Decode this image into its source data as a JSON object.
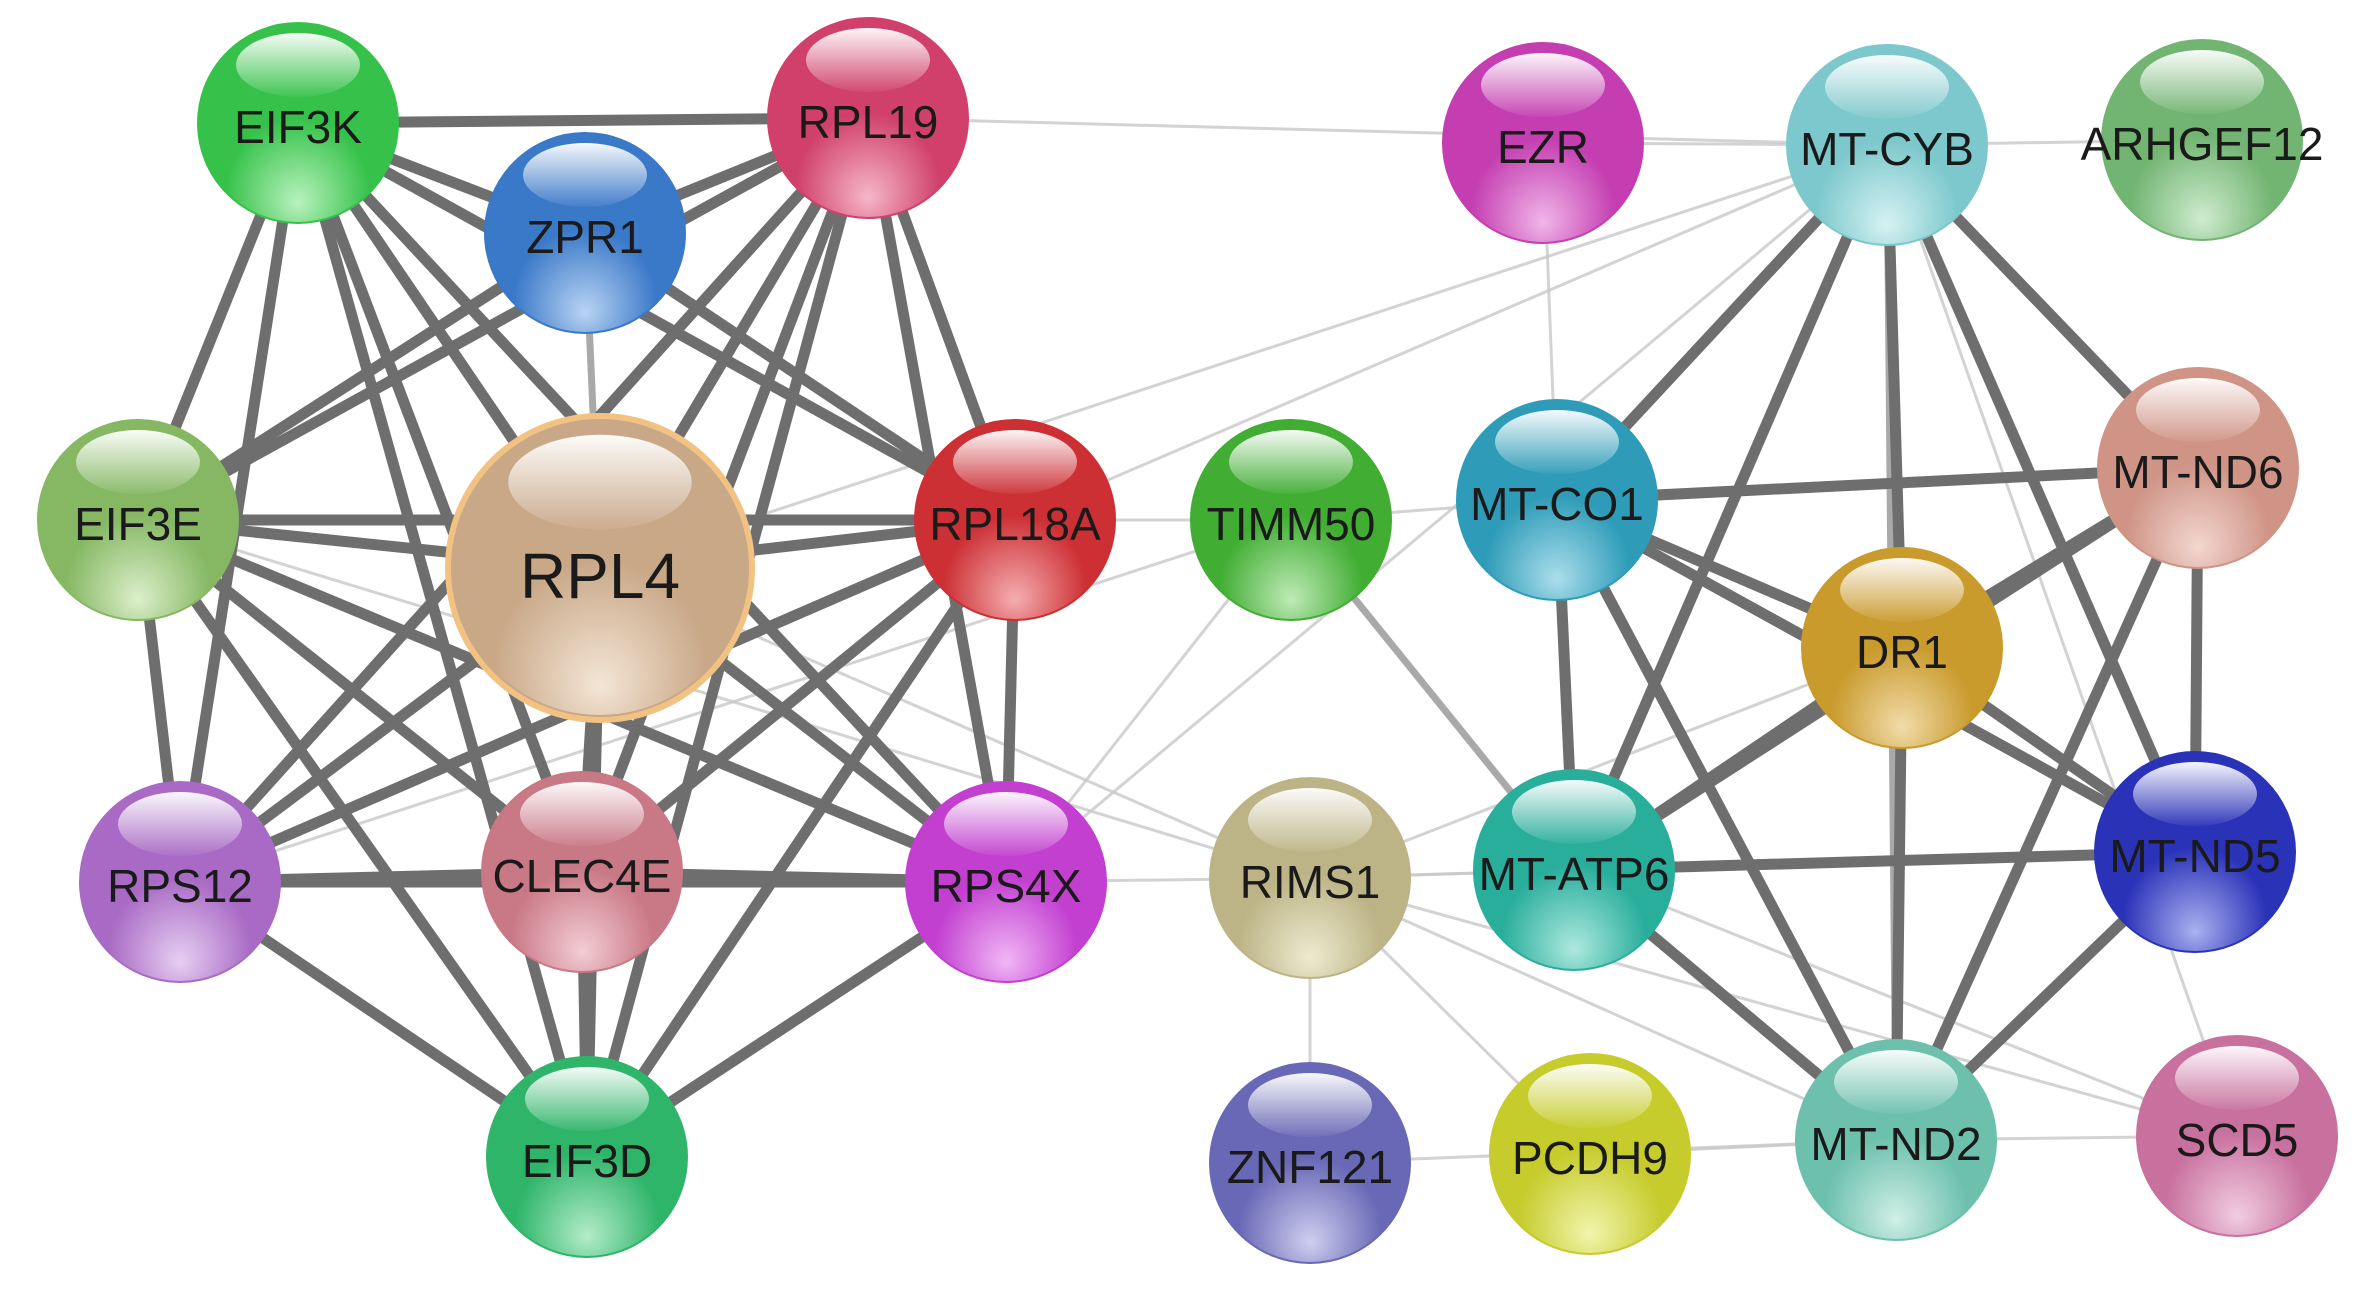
{
  "nodes": [
    {
      "id": "EIF3K",
      "label": "EIF3K",
      "color": "#36c24a",
      "light": "#b9f2be"
    },
    {
      "id": "RPL19",
      "label": "RPL19",
      "color": "#d0406a",
      "light": "#f6b7ca"
    },
    {
      "id": "ZPR1",
      "label": "ZPR1",
      "color": "#3a78c8",
      "light": "#b9d4f3"
    },
    {
      "id": "EIF3E",
      "label": "EIF3E",
      "color": "#86b864",
      "light": "#dcefcb"
    },
    {
      "id": "RPL4",
      "label": "RPL4",
      "color": "#c9a888",
      "light": "#f4e6d6",
      "hub": true
    },
    {
      "id": "RPL18A",
      "label": "RPL18A",
      "color": "#cc2f34",
      "light": "#f5aeb0"
    },
    {
      "id": "TIMM50",
      "label": "TIMM50",
      "color": "#41ad33",
      "light": "#bfeab7"
    },
    {
      "id": "RPS12",
      "label": "RPS12",
      "color": "#a86ac4",
      "light": "#e7cff2"
    },
    {
      "id": "CLEC4E",
      "label": "CLEC4E",
      "color": "#c97885",
      "light": "#f3cdd4"
    },
    {
      "id": "RPS4X",
      "label": "RPS4X",
      "color": "#c23fd0",
      "light": "#f1b7f6"
    },
    {
      "id": "EIF3D",
      "label": "EIF3D",
      "color": "#2fb56a",
      "light": "#b4ecca"
    },
    {
      "id": "RIMS1",
      "label": "RIMS1",
      "color": "#bcb486",
      "light": "#eeead0"
    },
    {
      "id": "ZNF121",
      "label": "ZNF121",
      "color": "#6868b6",
      "light": "#cfcfef"
    },
    {
      "id": "PCDH9",
      "label": "PCDH9",
      "color": "#c6cc2c",
      "light": "#f2f4ad"
    },
    {
      "id": "EZR",
      "label": "EZR",
      "color": "#c43eb1",
      "light": "#f1b6e8"
    },
    {
      "id": "MT-CYB",
      "label": "MT-CYB",
      "color": "#7cc8cc",
      "light": "#d6f2f3"
    },
    {
      "id": "ARHGEF12",
      "label": "ARHGEF12",
      "color": "#72b472",
      "light": "#cfeccf"
    },
    {
      "id": "MT-CO1",
      "label": "MT-CO1",
      "color": "#2e9cb8",
      "light": "#acdeec"
    },
    {
      "id": "MT-ND6",
      "label": "MT-ND6",
      "color": "#cf9486",
      "light": "#f3d7d0"
    },
    {
      "id": "DR1",
      "label": "DR1",
      "color": "#c99a2c",
      "light": "#f1dcaa"
    },
    {
      "id": "MT-ATP6",
      "label": "MT-ATP6",
      "color": "#2aae9c",
      "light": "#ade9df"
    },
    {
      "id": "MT-ND5",
      "label": "MT-ND5",
      "color": "#2a32b8",
      "light": "#aab1f0"
    },
    {
      "id": "MT-ND2",
      "label": "MT-ND2",
      "color": "#6cc0ac",
      "light": "#d0efe6"
    },
    {
      "id": "SCD5",
      "label": "SCD5",
      "color": "#c8709e",
      "light": "#f1cde0"
    }
  ],
  "edges": [
    [
      "EIF3K",
      "RPL19",
      "strong"
    ],
    [
      "EIF3K",
      "ZPR1",
      "strong"
    ],
    [
      "EIF3K",
      "EIF3E",
      "strong"
    ],
    [
      "EIF3K",
      "RPL4",
      "strong"
    ],
    [
      "EIF3K",
      "RPL18A",
      "strong"
    ],
    [
      "EIF3K",
      "RPS12",
      "strong"
    ],
    [
      "EIF3K",
      "CLEC4E",
      "strong"
    ],
    [
      "EIF3K",
      "RPS4X",
      "strong"
    ],
    [
      "EIF3K",
      "EIF3D",
      "strong"
    ],
    [
      "RPL19",
      "ZPR1",
      "strong"
    ],
    [
      "RPL19",
      "RPL4",
      "strong"
    ],
    [
      "RPL19",
      "RPL18A",
      "strong"
    ],
    [
      "RPL19",
      "EIF3E",
      "strong"
    ],
    [
      "RPL19",
      "RPS12",
      "strong"
    ],
    [
      "RPL19",
      "CLEC4E",
      "strong"
    ],
    [
      "RPL19",
      "RPS4X",
      "strong"
    ],
    [
      "RPL19",
      "EIF3D",
      "strong"
    ],
    [
      "RPL19",
      "MT-CYB",
      "faint"
    ],
    [
      "ZPR1",
      "EIF3E",
      "strong"
    ],
    [
      "ZPR1",
      "RPL4",
      "medium"
    ],
    [
      "ZPR1",
      "RPL18A",
      "strong"
    ],
    [
      "EIF3E",
      "RPL4",
      "strong"
    ],
    [
      "EIF3E",
      "RPL18A",
      "strong"
    ],
    [
      "EIF3E",
      "RPS12",
      "strong"
    ],
    [
      "EIF3E",
      "CLEC4E",
      "strong"
    ],
    [
      "EIF3E",
      "RPS4X",
      "strong"
    ],
    [
      "EIF3E",
      "EIF3D",
      "strong"
    ],
    [
      "EIF3E",
      "RIMS1",
      "faint"
    ],
    [
      "RPL4",
      "RPL18A",
      "strong"
    ],
    [
      "RPL4",
      "RPS12",
      "strong"
    ],
    [
      "RPL4",
      "CLEC4E",
      "strong"
    ],
    [
      "RPL4",
      "RPS4X",
      "strong"
    ],
    [
      "RPL4",
      "EIF3D",
      "strong"
    ],
    [
      "RPL4",
      "MT-CYB",
      "faint"
    ],
    [
      "RPL4",
      "RIMS1",
      "faint"
    ],
    [
      "RPL18A",
      "RPS12",
      "strong"
    ],
    [
      "RPL18A",
      "CLEC4E",
      "strong"
    ],
    [
      "RPL18A",
      "RPS4X",
      "strong"
    ],
    [
      "RPL18A",
      "EIF3D",
      "strong"
    ],
    [
      "RPL18A",
      "MT-CYB",
      "faint"
    ],
    [
      "RPL18A",
      "TIMM50",
      "faint"
    ],
    [
      "RPS12",
      "CLEC4E",
      "strong"
    ],
    [
      "RPS12",
      "RPS4X",
      "strong"
    ],
    [
      "RPS12",
      "EIF3D",
      "strong"
    ],
    [
      "RPS12",
      "TIMM50",
      "faint"
    ],
    [
      "CLEC4E",
      "RPS4X",
      "strong"
    ],
    [
      "CLEC4E",
      "EIF3D",
      "strong"
    ],
    [
      "RPS4X",
      "EIF3D",
      "strong"
    ],
    [
      "RPS4X",
      "RIMS1",
      "faint"
    ],
    [
      "RPS4X",
      "TIMM50",
      "faint"
    ],
    [
      "RPS4X",
      "MT-CYB",
      "faint"
    ],
    [
      "TIMM50",
      "MT-ATP6",
      "medium"
    ],
    [
      "TIMM50",
      "MT-CO1",
      "faint"
    ],
    [
      "RIMS1",
      "MT-ATP6",
      "faint"
    ],
    [
      "RIMS1",
      "ZNF121",
      "faint"
    ],
    [
      "RIMS1",
      "MT-ND2",
      "faint"
    ],
    [
      "RIMS1",
      "PCDH9",
      "faint"
    ],
    [
      "RIMS1",
      "DR1",
      "faint"
    ],
    [
      "RIMS1",
      "SCD5",
      "faint"
    ],
    [
      "RIMS1",
      "MT-ND5",
      "faint"
    ],
    [
      "EZR",
      "MT-CYB",
      "faint"
    ],
    [
      "EZR",
      "MT-CO1",
      "faint"
    ],
    [
      "MT-CYB",
      "ARHGEF12",
      "faint"
    ],
    [
      "MT-CYB",
      "MT-CO1",
      "strong"
    ],
    [
      "MT-CYB",
      "MT-ND6",
      "strong"
    ],
    [
      "MT-CYB",
      "DR1",
      "strong"
    ],
    [
      "MT-CYB",
      "MT-ATP6",
      "strong"
    ],
    [
      "MT-CYB",
      "MT-ND5",
      "strong"
    ],
    [
      "MT-CYB",
      "MT-ND2",
      "medium"
    ],
    [
      "MT-CYB",
      "SCD5",
      "faint"
    ],
    [
      "MT-CO1",
      "MT-ND6",
      "strong"
    ],
    [
      "MT-CO1",
      "DR1",
      "strong"
    ],
    [
      "MT-CO1",
      "MT-ATP6",
      "strong"
    ],
    [
      "MT-CO1",
      "MT-ND5",
      "strong"
    ],
    [
      "MT-CO1",
      "MT-ND2",
      "strong"
    ],
    [
      "MT-ND6",
      "DR1",
      "strong"
    ],
    [
      "MT-ND6",
      "MT-ATP6",
      "strong"
    ],
    [
      "MT-ND6",
      "MT-ND5",
      "strong"
    ],
    [
      "MT-ND6",
      "MT-ND2",
      "strong"
    ],
    [
      "DR1",
      "MT-ATP6",
      "strong"
    ],
    [
      "DR1",
      "MT-ND5",
      "strong"
    ],
    [
      "DR1",
      "MT-ND2",
      "strong"
    ],
    [
      "MT-ATP6",
      "MT-ND5",
      "strong"
    ],
    [
      "MT-ATP6",
      "MT-ND2",
      "strong"
    ],
    [
      "MT-ATP6",
      "SCD5",
      "faint"
    ],
    [
      "MT-ND5",
      "MT-ND2",
      "strong"
    ],
    [
      "MT-ND2",
      "PCDH9",
      "faint"
    ],
    [
      "MT-ND2",
      "SCD5",
      "faint"
    ],
    [
      "MT-ND2",
      "ZNF121",
      "faint"
    ]
  ]
}
